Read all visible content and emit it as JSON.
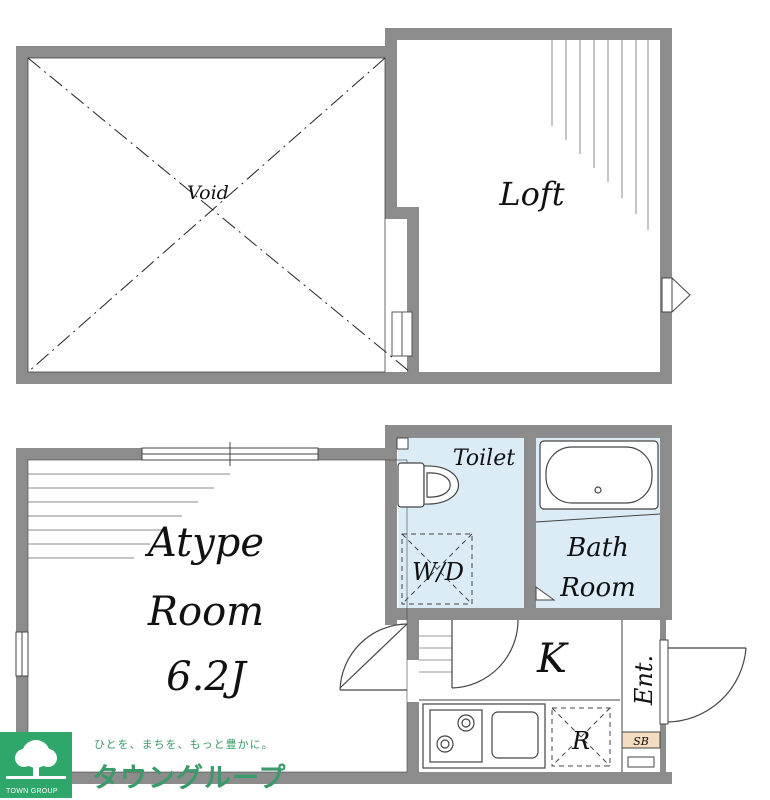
{
  "labels": {
    "void": "Void",
    "loft": "Loft",
    "toilet": "Toilet",
    "wd": "W/D",
    "bath_line1": "Bath",
    "bath_line2": "Room",
    "room_line1": "Atype",
    "room_line2": "Room",
    "room_line3": "6.2J",
    "kitchen": "K",
    "refrigerator": "R",
    "entrance": "Ent.",
    "shoe_box": "SB"
  },
  "brand": {
    "tagline": "ひとを、まちを、もっと豊かに。",
    "name": "タウングループ",
    "logo_text": "TOWN GROUP"
  },
  "colors": {
    "wall": "#8c8c8c",
    "wet_area": "#dcecf6",
    "shoe_box": "#f4dcc0",
    "brand_green": "#2fa66a"
  }
}
